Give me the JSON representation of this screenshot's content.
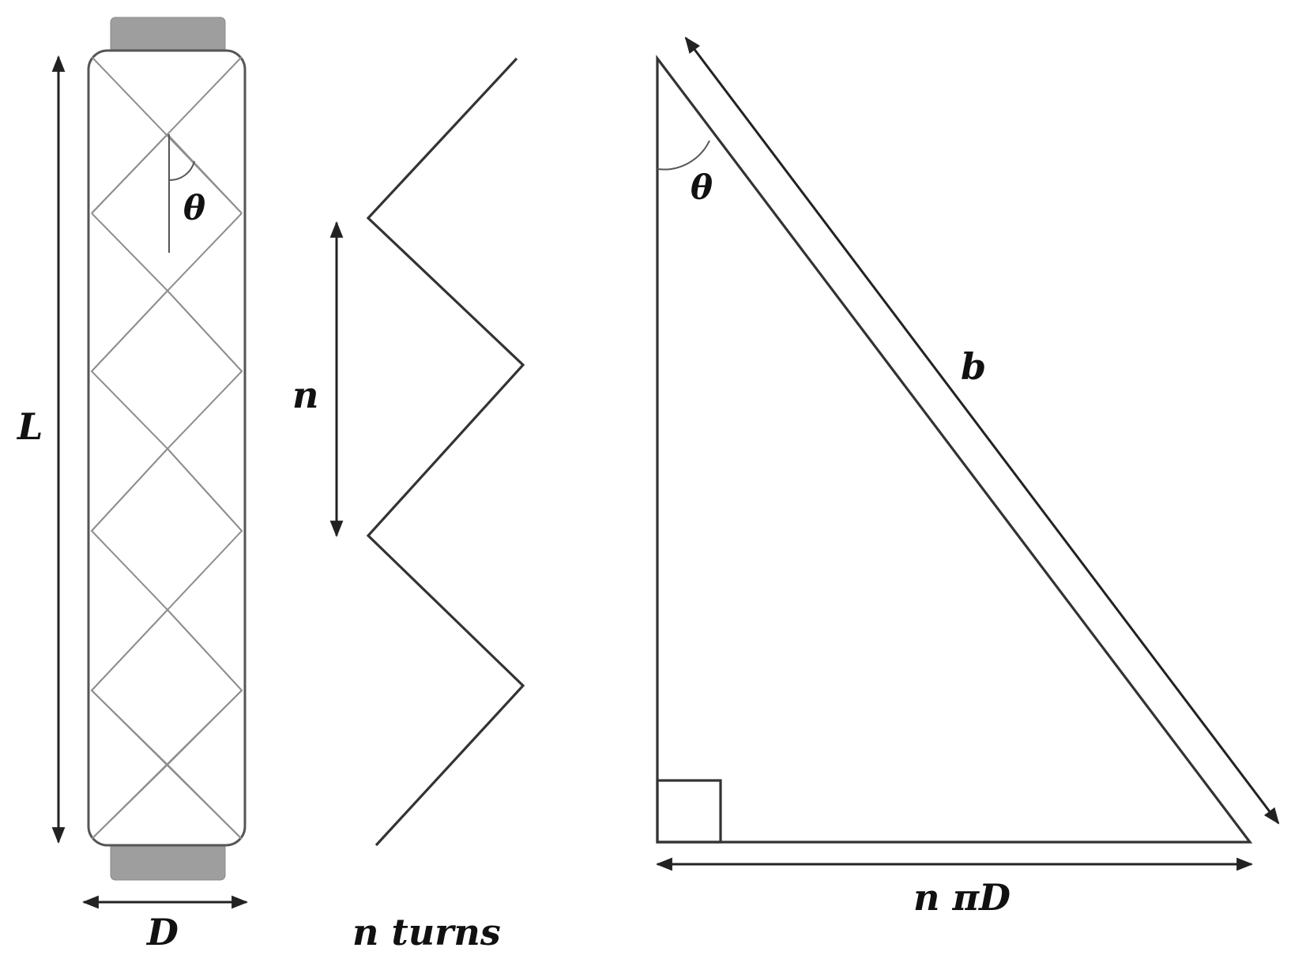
{
  "labels": {
    "length": "L",
    "diameter": "D",
    "angle_cylinder": "θ",
    "pitch": "n",
    "turns_caption": "n turns",
    "angle_triangle": "θ",
    "hypotenuse": "b",
    "base": "n πD"
  },
  "colors": {
    "ink": "#222222",
    "wrap": "#8e8e8e",
    "cap": "#9e9e9e"
  }
}
